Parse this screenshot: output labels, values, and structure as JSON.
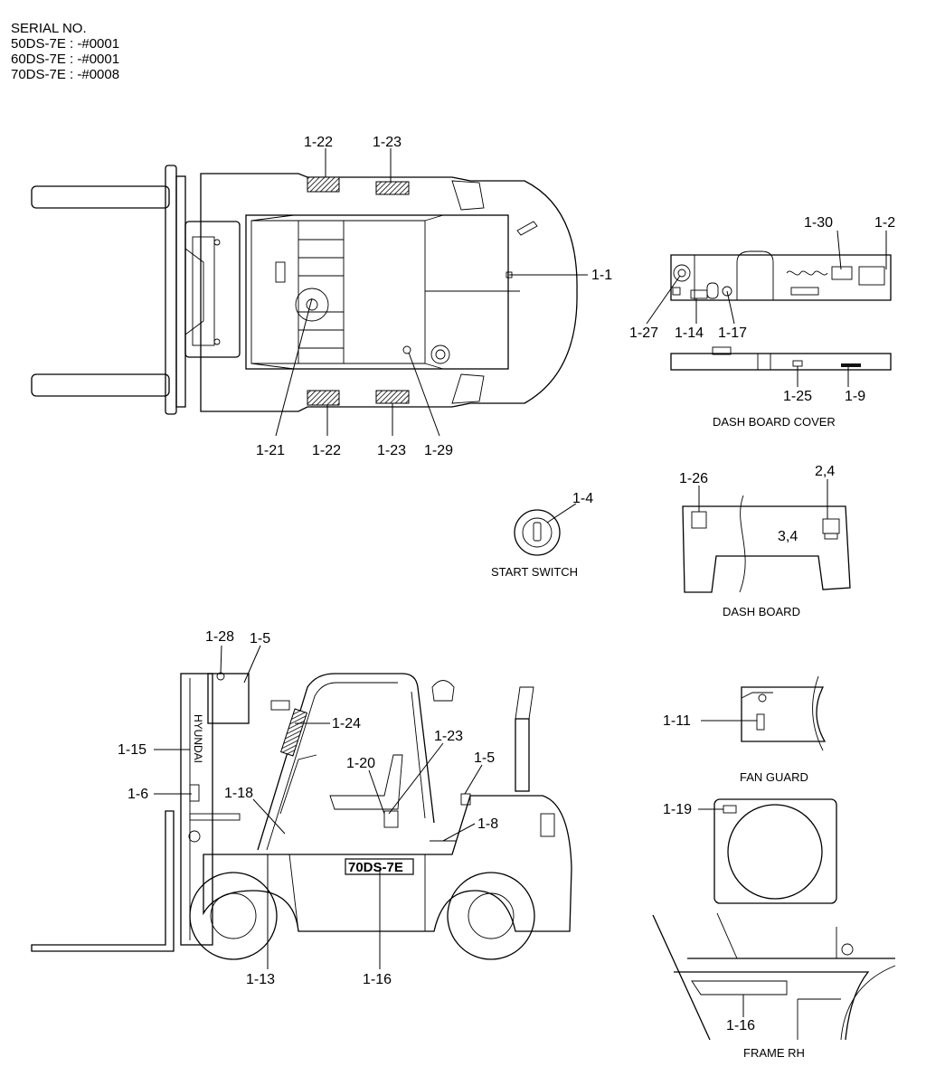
{
  "serial": {
    "heading": "SERIAL NO.",
    "lines": [
      "50DS-7E : -#0001",
      "60DS-7E : -#0001",
      "70DS-7E : -#0008"
    ]
  },
  "top_view": {
    "callouts": [
      "1-22",
      "1-23",
      "1-1",
      "1-21",
      "1-22",
      "1-23",
      "1-29"
    ]
  },
  "dash_cover": {
    "callouts": [
      "1-30",
      "1-2",
      "1-27",
      "1-14",
      "1-17",
      "1-25",
      "1-9"
    ],
    "caption": "DASH BOARD COVER"
  },
  "start_switch": {
    "callout": "1-4",
    "caption": "START SWITCH"
  },
  "dash_board": {
    "callouts": [
      "1-26",
      "2,4",
      "3,4"
    ],
    "caption": "DASH BOARD"
  },
  "side_view": {
    "callouts": [
      "1-28",
      "1-5",
      "1-24",
      "1-15",
      "1-23",
      "1-5",
      "1-20",
      "1-6",
      "1-18",
      "1-8",
      "1-13",
      "1-16"
    ],
    "mast_text": "HYUNDAI",
    "model_plate": "70DS-7E"
  },
  "fan_guard": {
    "callout": "1-11",
    "caption": "FAN GUARD"
  },
  "radiator": {
    "callout": "1-19"
  },
  "frame_rh": {
    "callout": "1-16",
    "caption": "FRAME RH"
  }
}
